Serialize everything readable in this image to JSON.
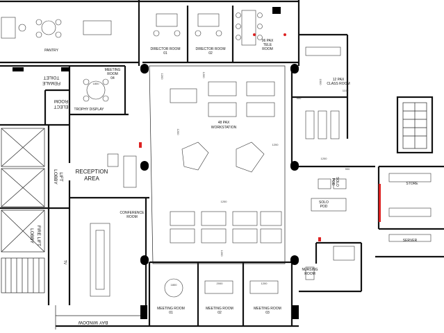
{
  "rooms": {
    "pantry": "PANTRY",
    "director_room_1": [
      "DIRECTOR ROOM",
      "01"
    ],
    "director_room_2": [
      "DIRECTOR ROOM",
      "02"
    ],
    "tele_room": [
      "06 PAX",
      "TELE",
      "ROOM"
    ],
    "class_room": [
      "12 PAX",
      "CLASS ROOM"
    ],
    "meeting_room_04": [
      "MEETING",
      "ROOM",
      "04"
    ],
    "trophy_display": "TROPHY DISPLAY",
    "workstation": [
      "48 PAX",
      "WORKSTATION"
    ],
    "reception": [
      "RECEPTION",
      "AREA"
    ],
    "conference": [
      "CONFERENCE",
      "ROOM"
    ],
    "female_toilet": [
      "FEMALE",
      "TOILET"
    ],
    "elect_room": [
      "ELECT",
      "ROOM"
    ],
    "lift_lobby": [
      "LIFT",
      "LOBBY"
    ],
    "fire_lift_lobby": [
      "FIRE LIFT",
      "LOBBY"
    ],
    "store": "STORE",
    "server": "SERVER",
    "solo_pod_1": [
      "SOLO",
      "POD"
    ],
    "solo_pod_2": [
      "SOLO",
      "POD"
    ],
    "nursing_room": [
      "NURSING",
      "ROOM"
    ],
    "meeting_room_01": [
      "MEETING ROOM",
      "01"
    ],
    "meeting_room_02": [
      "MEETING ROOM",
      "02"
    ],
    "meeting_room_03": [
      "MEETING ROOM",
      "03"
    ],
    "bay_window": "BAY WINDOW",
    "tv": "TV"
  },
  "dimensions": {
    "d1200a": "1200",
    "d1200b": "1200",
    "d1200c": "1200",
    "d1200d": "1200",
    "d1200e": "1200",
    "d1200f": "1200",
    "d1200g": "1200",
    "d1100": "1100",
    "d1500": "1500",
    "d900a": "900",
    "d900b": "900",
    "d1800": "1800",
    "d1800b": "1800",
    "d2000": "2000",
    "d1200h": "1200"
  },
  "colors": {
    "wall": "#111111",
    "column": "#000000",
    "accent": "#dd2222"
  }
}
